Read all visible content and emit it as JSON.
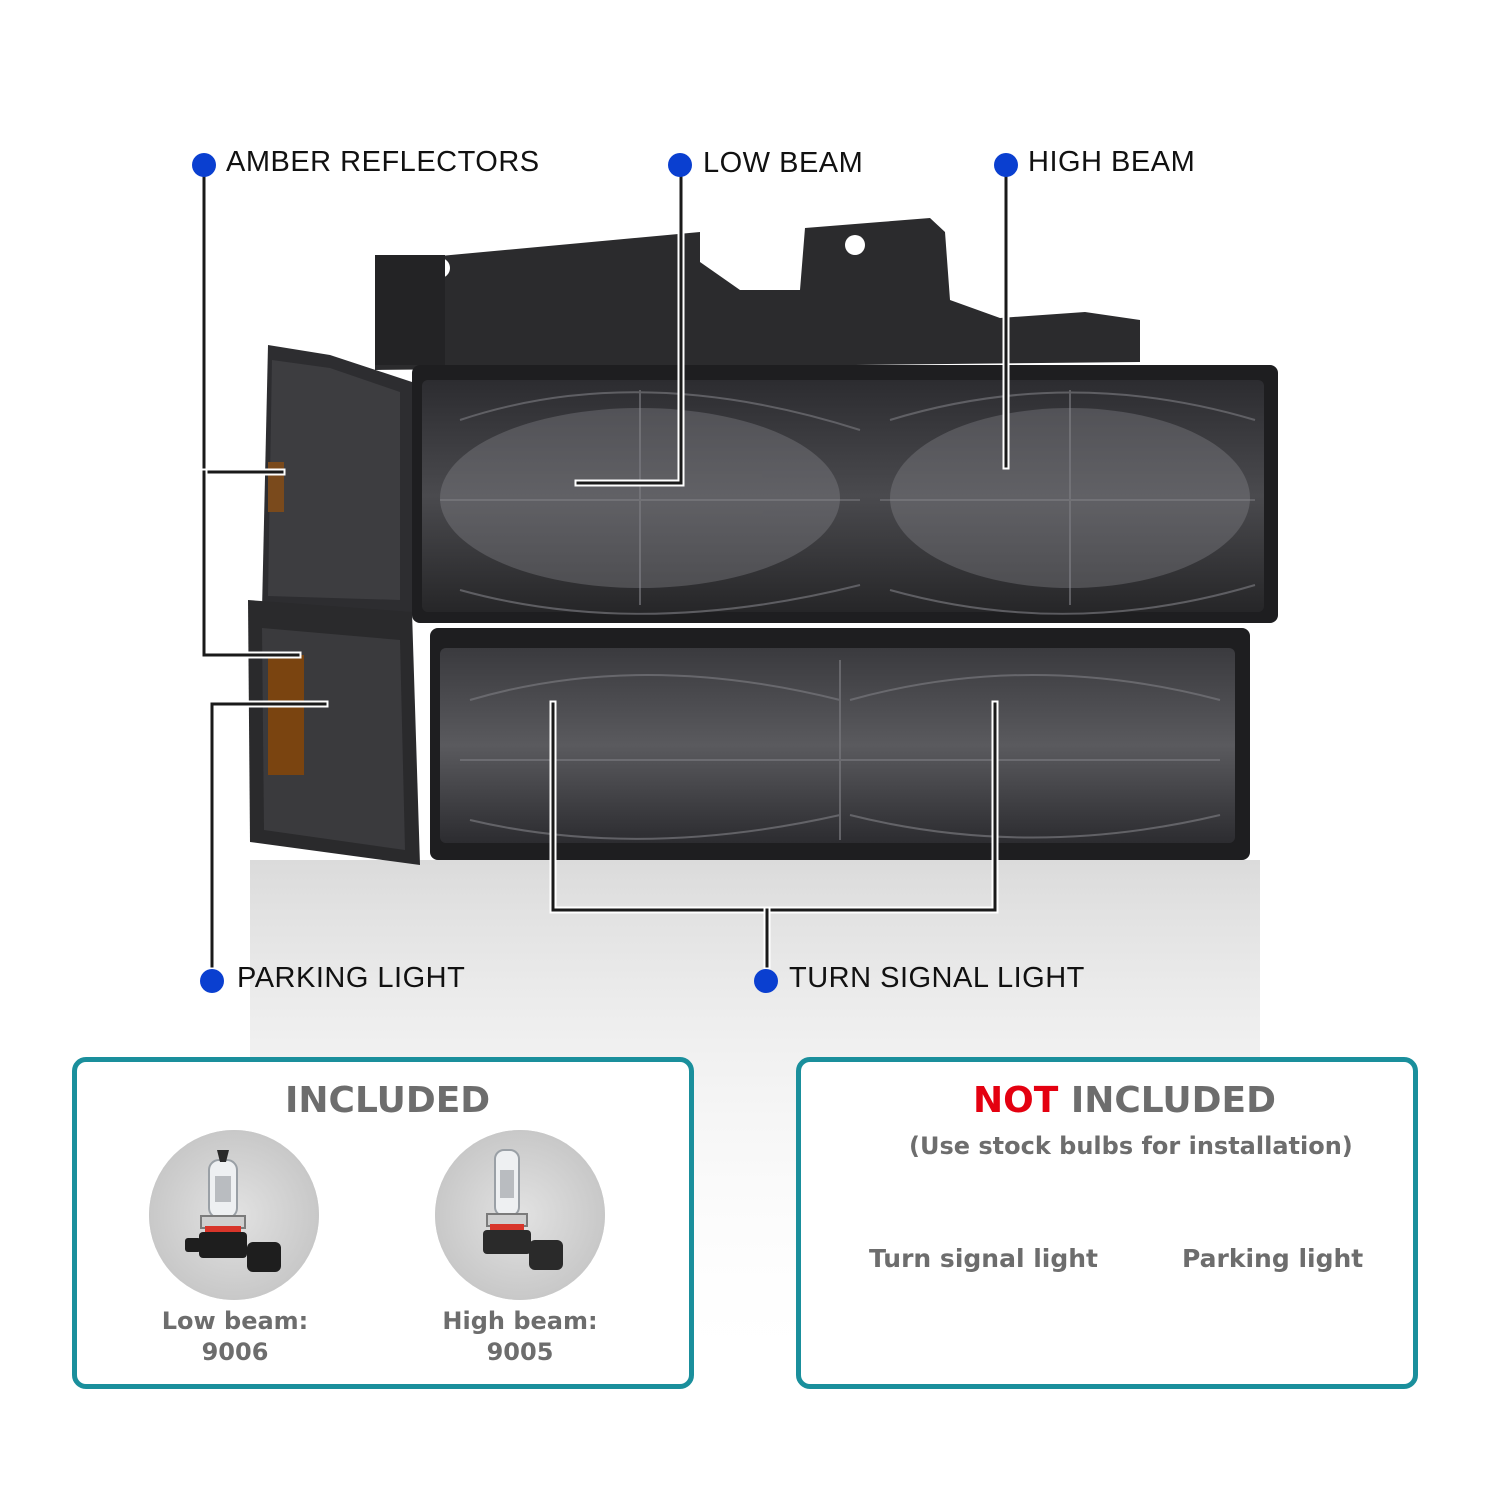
{
  "callouts": {
    "amber_reflectors": "AMBER REFLECTORS",
    "low_beam": "LOW BEAM",
    "high_beam": "HIGH BEAM",
    "parking_light": "PARKING LIGHT",
    "turn_signal_light": "TURN SIGNAL LIGHT"
  },
  "included": {
    "title": "INCLUDED",
    "bulbs": [
      {
        "line1": "Low beam:",
        "line2": "9006"
      },
      {
        "line1": "High beam:",
        "line2": "9005"
      }
    ]
  },
  "not_included": {
    "title_red": "NOT",
    "title_rest": " INCLUDED",
    "subtitle": "(Use stock bulbs for installation)",
    "items": [
      "Turn signal light",
      "Parking light"
    ]
  },
  "colors": {
    "accent_border": "#1a8f9c",
    "callout_dot": "#0a3fd0",
    "not_red": "#e40010",
    "smoked_lens": "#3a3a3c",
    "amber": "#8a4a10"
  },
  "icons": [
    "callout-dot",
    "halogen-bulb-9006",
    "halogen-bulb-9005"
  ]
}
